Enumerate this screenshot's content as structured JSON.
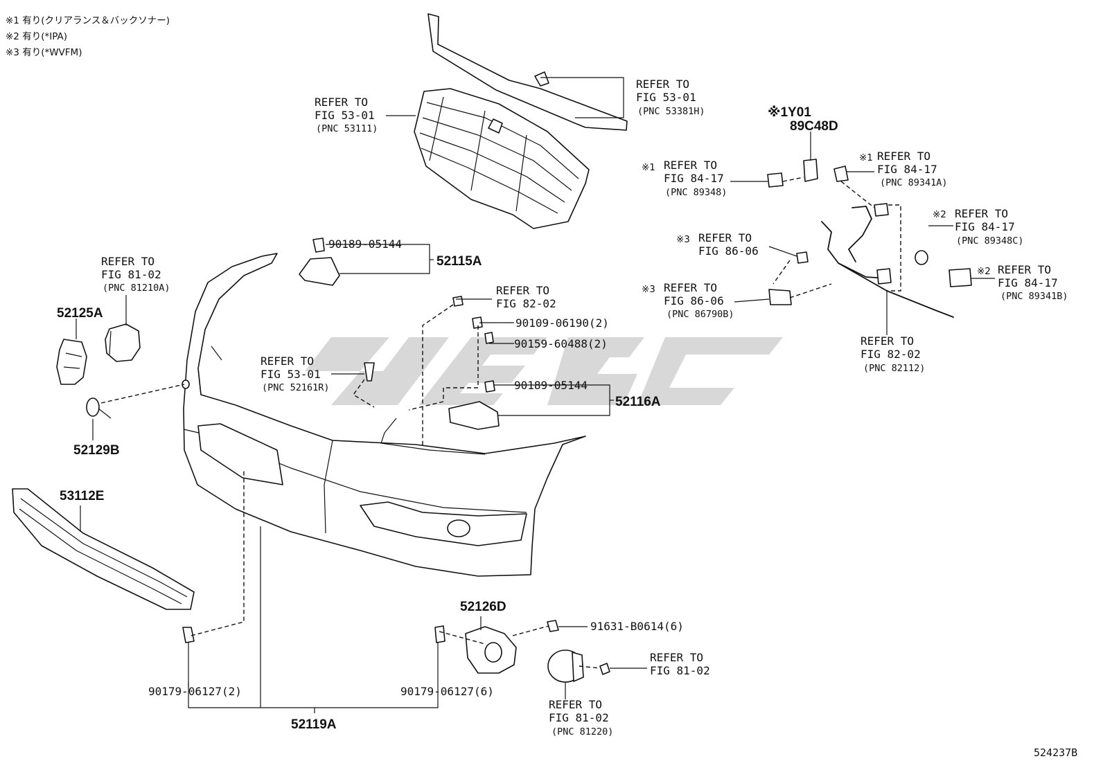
{
  "notes": [
    "※1 有り(クリアランス＆バックソナー)",
    "※2 有り(*IPA)",
    "※3 有り(*WVFM)"
  ],
  "diagram_code": "524237B",
  "parts": {
    "p52115A": "52115A",
    "p52116A": "52116A",
    "p52125A": "52125A",
    "p52129B": "52129B",
    "p53112E": "53112E",
    "p52126D": "52126D",
    "p52119A": "52119A",
    "pY01": "※1Y01",
    "p89C48D": "89C48D"
  },
  "fasteners": {
    "f1": "90189-05144",
    "f2": "90109-06190(2)",
    "f3": "90159-60488(2)",
    "f4": "90189-05144",
    "f5": "90179-06127(2)",
    "f6": "90179-06127(6)",
    "f7": "91631-B0614(6)"
  },
  "refs": {
    "grille_upper": [
      "REFER TO",
      "FIG 53-01",
      "(PNC 53111)"
    ],
    "molding": [
      "REFER TO",
      "FIG 53-01",
      "(PNC 53381H)"
    ],
    "foglamp_left": [
      "REFER TO",
      "FIG 81-02",
      "(PNC 81210A)"
    ],
    "fig82_top": [
      "REFER TO",
      "FIG 82-02"
    ],
    "bracket_53": [
      "REFER TO",
      "FIG 53-01",
      "(PNC 52161R)"
    ],
    "sonar_89348": [
      "※1",
      "REFER TO",
      "FIG 84-17",
      "(PNC 89348)"
    ],
    "sonar_89341A": [
      "※1",
      "REFER TO",
      "FIG 84-17",
      "(PNC 89341A)"
    ],
    "ipa_89348C": [
      "※2",
      "REFER TO",
      "FIG 84-17",
      "(PNC 89348C)"
    ],
    "ipa_89341B": [
      "※2",
      "REFER TO",
      "FIG 84-17",
      "(PNC 89341B)"
    ],
    "wvfm_86": [
      "※3",
      "REFER TO",
      "FIG 86-06"
    ],
    "wvfm_86790B": [
      "※3",
      "REFER TO",
      "FIG 86-06",
      "(PNC 86790B)"
    ],
    "wire_82112": [
      "REFER TO",
      "FIG 82-02",
      "(PNC 82112)"
    ],
    "fog_81_screw": [
      "REFER TO",
      "FIG 81-02"
    ],
    "fog_81220": [
      "REFER TO",
      "FIG 81-02",
      "(PNC 81220)"
    ]
  }
}
